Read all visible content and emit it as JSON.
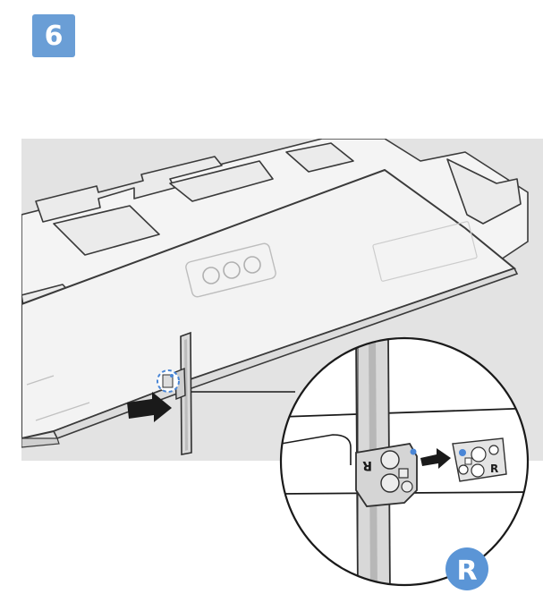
{
  "step": {
    "number": "6",
    "color": "#6a9ed6"
  },
  "bracket": {
    "side_label": "R",
    "mark_color": "#4a86d6"
  },
  "detail": {
    "side_badge": "R",
    "badge_color": "#5b95d6"
  },
  "icons": {
    "arrow_main": "arrow-right-icon",
    "arrow_detail": "arrow-right-icon",
    "highlight": "dashed-circle-highlight"
  }
}
